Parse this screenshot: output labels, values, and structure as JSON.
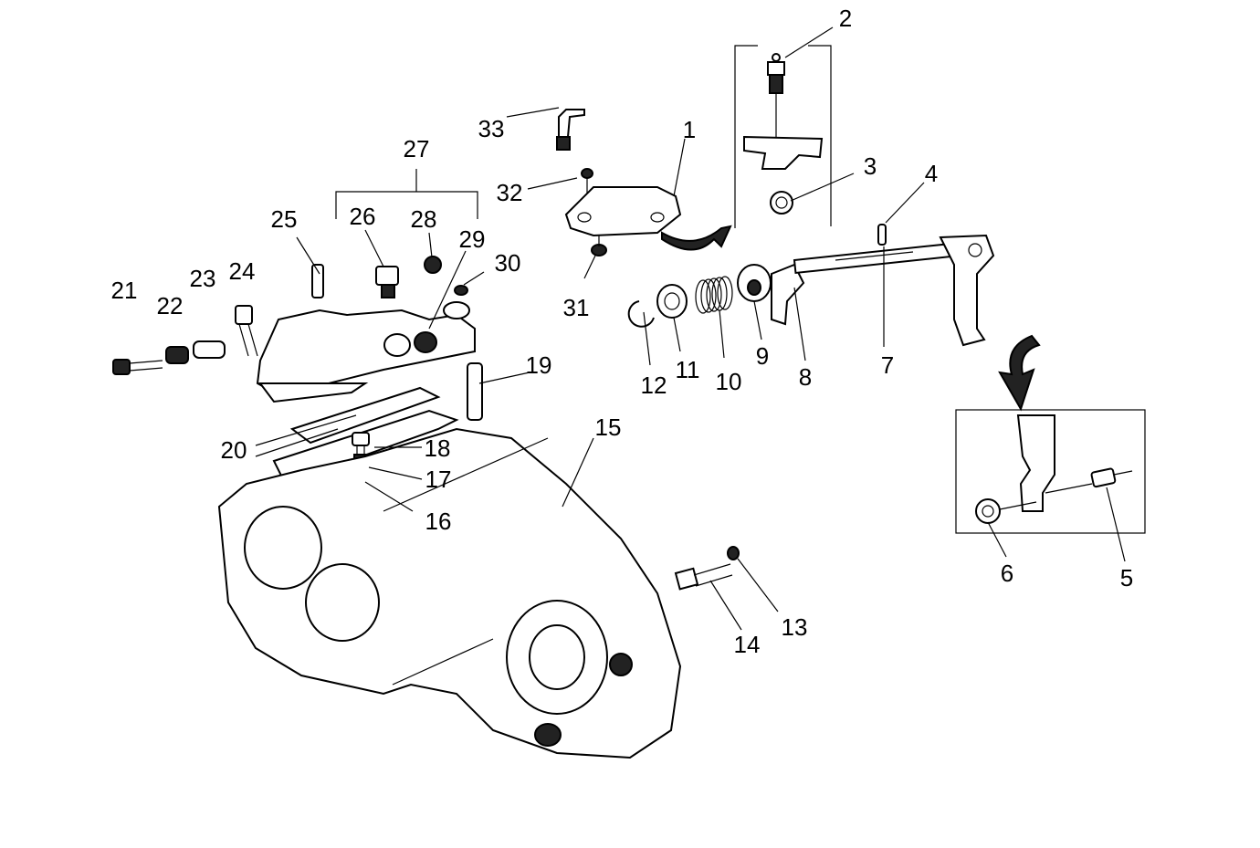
{
  "callouts": [
    {
      "id": "1",
      "label": "1"
    },
    {
      "id": "2",
      "label": "2"
    },
    {
      "id": "3",
      "label": "3"
    },
    {
      "id": "4",
      "label": "4"
    },
    {
      "id": "5",
      "label": "5"
    },
    {
      "id": "6",
      "label": "6"
    },
    {
      "id": "7",
      "label": "7"
    },
    {
      "id": "8",
      "label": "8"
    },
    {
      "id": "9",
      "label": "9"
    },
    {
      "id": "10",
      "label": "10"
    },
    {
      "id": "11",
      "label": "11"
    },
    {
      "id": "12",
      "label": "12"
    },
    {
      "id": "13",
      "label": "13"
    },
    {
      "id": "14",
      "label": "14"
    },
    {
      "id": "15",
      "label": "15"
    },
    {
      "id": "16",
      "label": "16"
    },
    {
      "id": "17",
      "label": "17"
    },
    {
      "id": "18",
      "label": "18"
    },
    {
      "id": "19",
      "label": "19"
    },
    {
      "id": "20",
      "label": "20"
    },
    {
      "id": "21",
      "label": "21"
    },
    {
      "id": "22",
      "label": "22"
    },
    {
      "id": "23",
      "label": "23"
    },
    {
      "id": "24",
      "label": "24"
    },
    {
      "id": "25",
      "label": "25"
    },
    {
      "id": "26",
      "label": "26"
    },
    {
      "id": "27",
      "label": "27"
    },
    {
      "id": "28",
      "label": "28"
    },
    {
      "id": "29",
      "label": "29"
    },
    {
      "id": "30",
      "label": "30"
    },
    {
      "id": "31",
      "label": "31"
    },
    {
      "id": "32",
      "label": "32"
    },
    {
      "id": "33",
      "label": "33"
    }
  ]
}
